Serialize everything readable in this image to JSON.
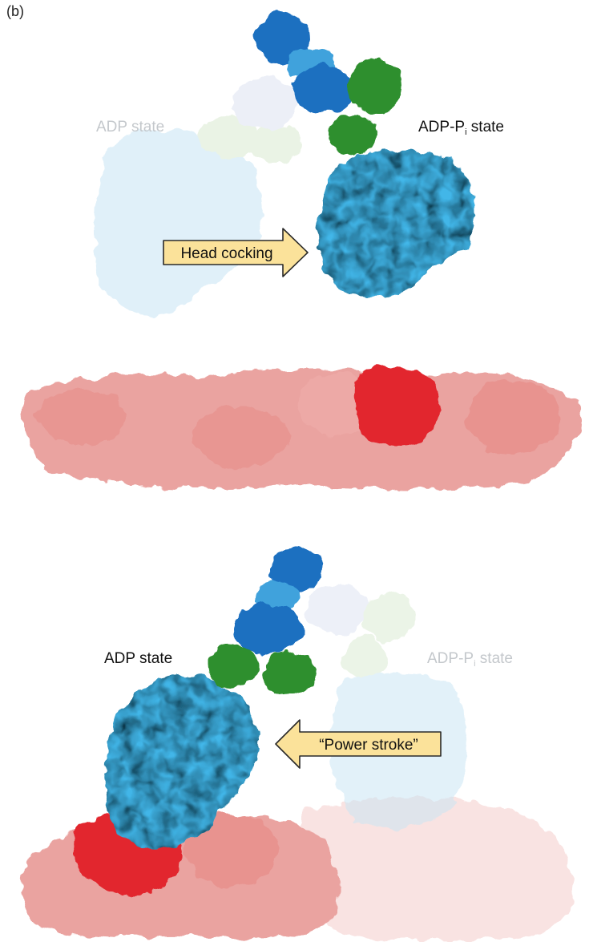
{
  "panel_label": "(b)",
  "top_panel": {
    "faded_state_label": "ADP state",
    "active_state_label": {
      "text": "ADP-P",
      "subscript": "i",
      "suffix": " state"
    },
    "arrow_label": "Head cocking"
  },
  "bottom_panel": {
    "active_state_label": "ADP state",
    "faded_state_label": {
      "text": "ADP-P",
      "subscript": "i",
      "suffix": " state"
    },
    "arrow_label": "“Power stroke”"
  },
  "colors": {
    "light_chain_dark": "#1a6fc0",
    "light_chain_mid": "#3fa2dc",
    "green_domain": "#2e8f2e",
    "motor_head": "#43b6e8",
    "actin": "#eaa3a0",
    "actin_bound_subunit": "#e2262e",
    "arrow_fill": "#fbe29a",
    "faded_head": "#c7e5f5"
  }
}
